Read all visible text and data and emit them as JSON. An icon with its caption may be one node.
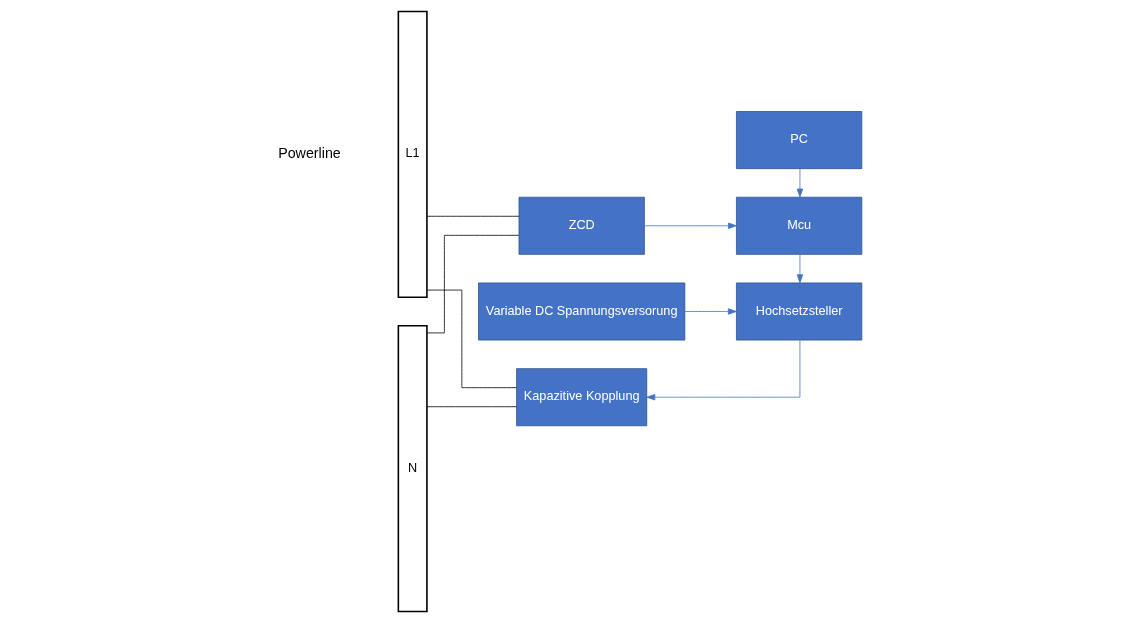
{
  "diagram": {
    "nodes": [
      {
        "text": [
          "L1"
        ]
      },
      {
        "text": [
          "N"
        ]
      },
      {
        "text": [
          "ZCD"
        ]
      },
      {
        "text": [
          "PC"
        ]
      },
      {
        "text": [
          "Mcu"
        ]
      },
      {
        "text": [
          "Kapazitive Kopplung"
        ]
      },
      {
        "text": [
          "Hochsetzsteller"
        ]
      },
      {
        "text": [
          "Variable DC Spannungsversorung"
        ]
      }
    ],
    "edges": [
      {
        "from": 0,
        "to": 2,
        "arrow": "none",
        "color": "#000000"
      },
      {
        "from": 1,
        "to": 2,
        "arrow": "none",
        "color": "#000000"
      },
      {
        "from": 3,
        "to": 4,
        "arrow": "to"
      },
      {
        "from": 2,
        "to": 4,
        "arrow": "to"
      },
      {
        "from": 4,
        "to": 6,
        "arrow": "to"
      },
      {
        "from": 0,
        "to": 5,
        "arrow": "none",
        "color": "#000000"
      },
      {
        "from": 1,
        "to": 5,
        "arrow": "none",
        "color": "#000000"
      },
      {
        "from": 6,
        "to": 5,
        "arrow": "to"
      },
      {
        "from": 7,
        "to": 6,
        "arrow": "to"
      }
    ],
    "labels": [
      "Powerline"
    ]
  }
}
